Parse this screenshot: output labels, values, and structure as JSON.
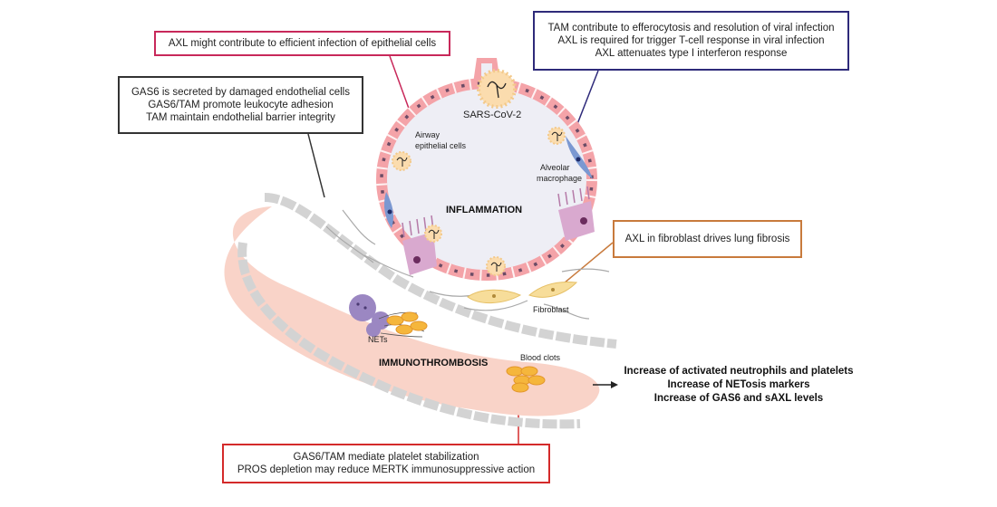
{
  "boxes": {
    "axl_infection": "AXL might contribute to efficient infection of epithelial cells",
    "tam_efferocytosis": [
      "TAM contribute to efferocytosis and resolution of viral infection",
      "AXL is required for trigger T-cell response in viral infection",
      "AXL attenuates type I interferon response"
    ],
    "gas6_endothelial": [
      "GAS6 is secreted by damaged endothelial cells",
      "GAS6/TAM promote leukocyte adhesion",
      "TAM maintain endothelial barrier integrity"
    ],
    "axl_fibroblast": "AXL in fibroblast drives lung fibrosis",
    "gas6_platelet": [
      "GAS6/TAM mediate platelet stabilization",
      "PROS depletion may reduce MERTK immunosuppressive action"
    ]
  },
  "labels": {
    "sars": "SARS-CoV-2",
    "airway": [
      "Airway",
      "epithelial cells"
    ],
    "alveolar": [
      "Alveolar",
      "macrophage"
    ],
    "inflammation": "INFLAMMATION",
    "fibroblast": "Fibroblast",
    "nets": "NETs",
    "immunothrombosis": "IMMUNOTHROMBOSIS",
    "blood_clots": "Blood clots"
  },
  "outcomes": [
    "Increase of activated neutrophils and platelets",
    "Increase of NETosis markers",
    "Increase of GAS6 and sAXL levels"
  ],
  "colors": {
    "vessel": "#f9d3c8",
    "endothelial": "#d3d3d3",
    "epithelial": "#f4a3a8",
    "alveolus": "#eeeef5",
    "virus": "#fbdcae",
    "fibroblast": "#f7dd9a",
    "platelet": "#f5b63c",
    "neutrophil": "#9b87c2",
    "macrophage": "#7b98d1",
    "ciliated": "#d9a9cf"
  }
}
